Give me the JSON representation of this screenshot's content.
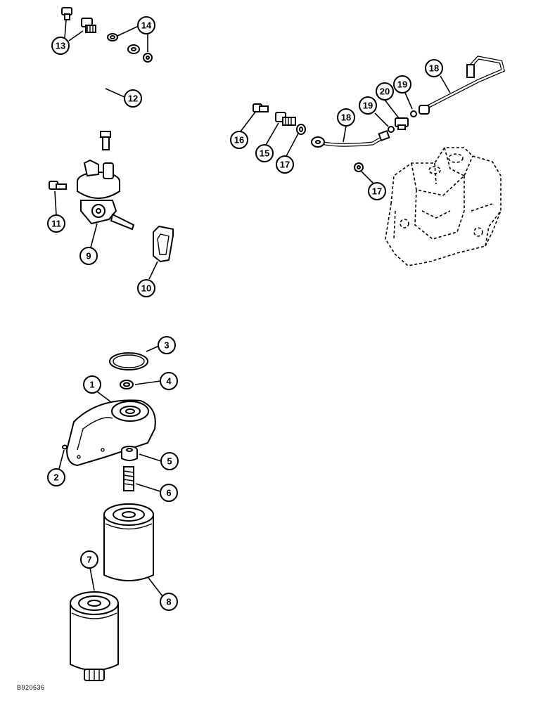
{
  "figure_code": "B920636",
  "callouts": [
    {
      "id": "c13",
      "label": "13"
    },
    {
      "id": "c14",
      "label": "14"
    },
    {
      "id": "c12",
      "label": "12"
    },
    {
      "id": "c11",
      "label": "11"
    },
    {
      "id": "c9",
      "label": "9"
    },
    {
      "id": "c10",
      "label": "10"
    },
    {
      "id": "c16",
      "label": "16"
    },
    {
      "id": "c15",
      "label": "15"
    },
    {
      "id": "c17a",
      "label": "17"
    },
    {
      "id": "c18a",
      "label": "18"
    },
    {
      "id": "c19a",
      "label": "19"
    },
    {
      "id": "c20",
      "label": "20"
    },
    {
      "id": "c19b",
      "label": "19"
    },
    {
      "id": "c18b",
      "label": "18"
    },
    {
      "id": "c17b",
      "label": "17"
    },
    {
      "id": "c3",
      "label": "3"
    },
    {
      "id": "c1",
      "label": "1"
    },
    {
      "id": "c4",
      "label": "4"
    },
    {
      "id": "c2",
      "label": "2"
    },
    {
      "id": "c5",
      "label": "5"
    },
    {
      "id": "c6",
      "label": "6"
    },
    {
      "id": "c7",
      "label": "7"
    },
    {
      "id": "c8",
      "label": "8"
    }
  ]
}
